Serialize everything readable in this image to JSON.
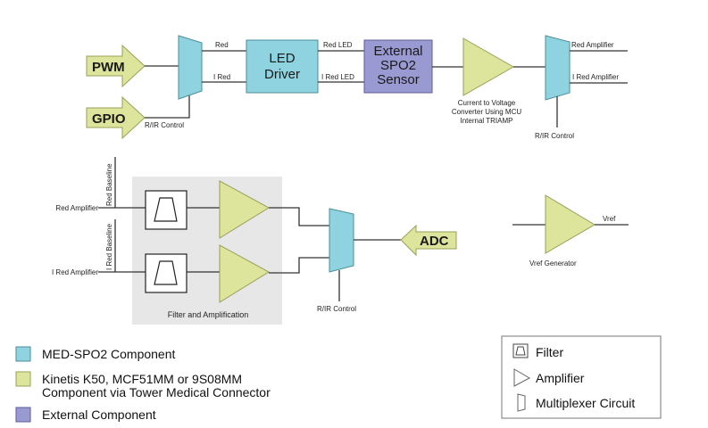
{
  "colors": {
    "med_spo2": "#8ed3df",
    "kinetis": "#dde49c",
    "external": "#9a9ad2",
    "filter_panel": "#e7e7e7",
    "wire": "#333333"
  },
  "top": {
    "pwm": "PWM",
    "gpio": "GPIO",
    "mux1_control": "R/IR Control",
    "red": "Red",
    "i_red": "I Red",
    "led_driver_line1": "LED",
    "led_driver_line2": "Driver",
    "red_led": "Red LED",
    "i_red_led": "I Red LED",
    "sensor_line1": "External",
    "sensor_line2": "SPO2",
    "sensor_line3": "Sensor",
    "triamp_line1": "Current to Voltage",
    "triamp_line2": "Converter Using MCU",
    "triamp_line3": "Internal TRIAMP",
    "red_amplifier": "Red Amplifier",
    "i_red_amplifier": "I Red Amplifier",
    "mux2_control": "R/IR Control"
  },
  "bottom": {
    "red_amplifier": "Red Amplifier",
    "i_red_amplifier": "I Red Amplifier",
    "red_baseline": "Red Baseline",
    "i_red_baseline": "I Red Baseline",
    "panel_label": "Filter and Amplification",
    "mux3_control": "R/IR Control",
    "adc": "ADC",
    "vref": "Vref",
    "vref_generator": "Vref Generator"
  },
  "legend_colors": [
    {
      "label_line1": "MED-SPO2 Component",
      "label_line2": ""
    },
    {
      "label_line1": "Kinetis K50, MCF51MM or 9S08MM",
      "label_line2": "Component via Tower Medical Connector"
    },
    {
      "label_line1": "External Component",
      "label_line2": ""
    }
  ],
  "legend_symbols": [
    {
      "icon": "filter-icon",
      "label": "Filter"
    },
    {
      "icon": "amplifier-icon",
      "label": "Amplifier"
    },
    {
      "icon": "multiplexer-icon",
      "label": "Multiplexer Circuit"
    }
  ]
}
